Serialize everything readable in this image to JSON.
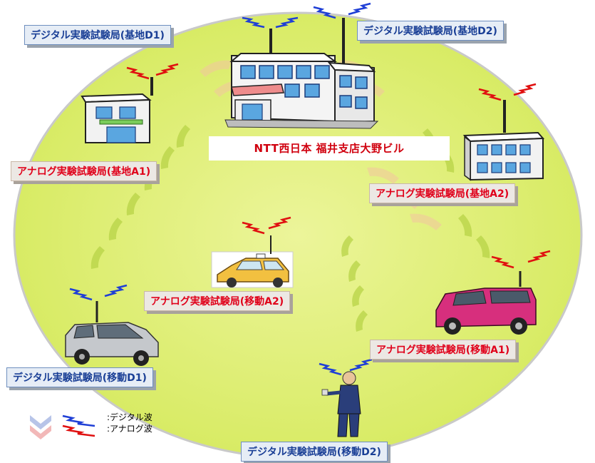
{
  "center_building": "NTT西日本 福井支店大野ビル",
  "stations": {
    "digital_base_d1": "デジタル実験試験局(基地D1)",
    "digital_base_d2": "デジタル実験試験局(基地D2)",
    "analog_base_a1": "アナログ実験試験局(基地A1)",
    "analog_base_a2": "アナログ実験試験局(基地A2)",
    "analog_mobile_a2": "アナログ実験試験局(移動A2)",
    "analog_mobile_a1": "アナログ実験試験局(移動A1)",
    "digital_mobile_d1": "デジタル実験試験局(移動D1)",
    "digital_mobile_d2": "デジタル実験試験局(移動D2)"
  },
  "legend": {
    "digital": ":デジタル波",
    "analog": ":アナログ波"
  },
  "colors": {
    "coverage": "#dcee6e",
    "digital_wave": "#1f3fd6",
    "analog_wave": "#e01010",
    "digital_text": "#1a3f96",
    "analog_text": "#e0001a"
  }
}
